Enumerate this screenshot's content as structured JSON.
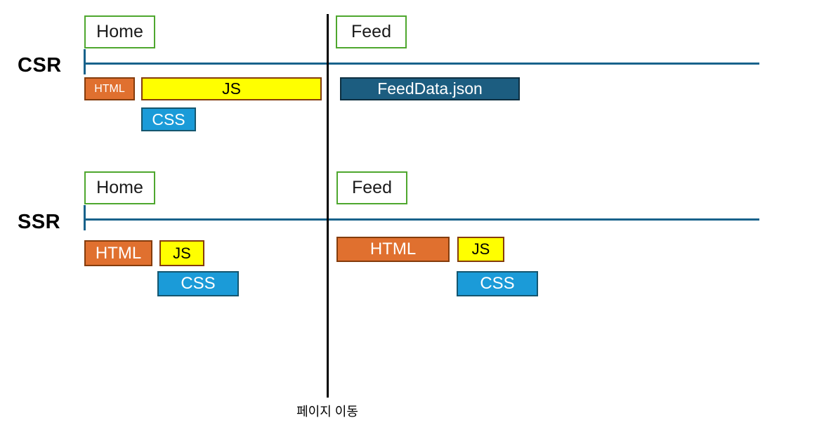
{
  "diagram": {
    "title_label_csr": "CSR",
    "title_label_ssr": "SSR",
    "divider_label": "페이지 이동",
    "colors": {
      "page_box_border": "#4EA72E",
      "timeline": "#18628B",
      "divider": "#000000",
      "html_fill": "#E0702F",
      "html_border": "#843C0C",
      "js_fill": "#FFFF00",
      "js_border": "#843C0C",
      "css_fill": "#1B9BD8",
      "css_border": "#15566F",
      "json_fill": "#1C5D80",
      "json_border": "#0E2F41"
    }
  },
  "rows": [
    {
      "label": "CSR",
      "pages": [
        {
          "name": "Home",
          "label": "Home"
        },
        {
          "name": "Feed",
          "label": "Feed"
        }
      ],
      "bars": [
        {
          "kind": "html",
          "label": "HTML"
        },
        {
          "kind": "js",
          "label": "JS"
        },
        {
          "kind": "css",
          "label": "CSS"
        },
        {
          "kind": "json",
          "label": "FeedData.json"
        }
      ]
    },
    {
      "label": "SSR",
      "pages": [
        {
          "name": "Home",
          "label": "Home"
        },
        {
          "name": "Feed",
          "label": "Feed"
        }
      ],
      "bars": [
        {
          "kind": "html",
          "label": "HTML"
        },
        {
          "kind": "js",
          "label": "JS"
        },
        {
          "kind": "css",
          "label": "CSS"
        },
        {
          "kind": "html",
          "label": "HTML"
        },
        {
          "kind": "js",
          "label": "JS"
        },
        {
          "kind": "css",
          "label": "CSS"
        }
      ]
    }
  ]
}
